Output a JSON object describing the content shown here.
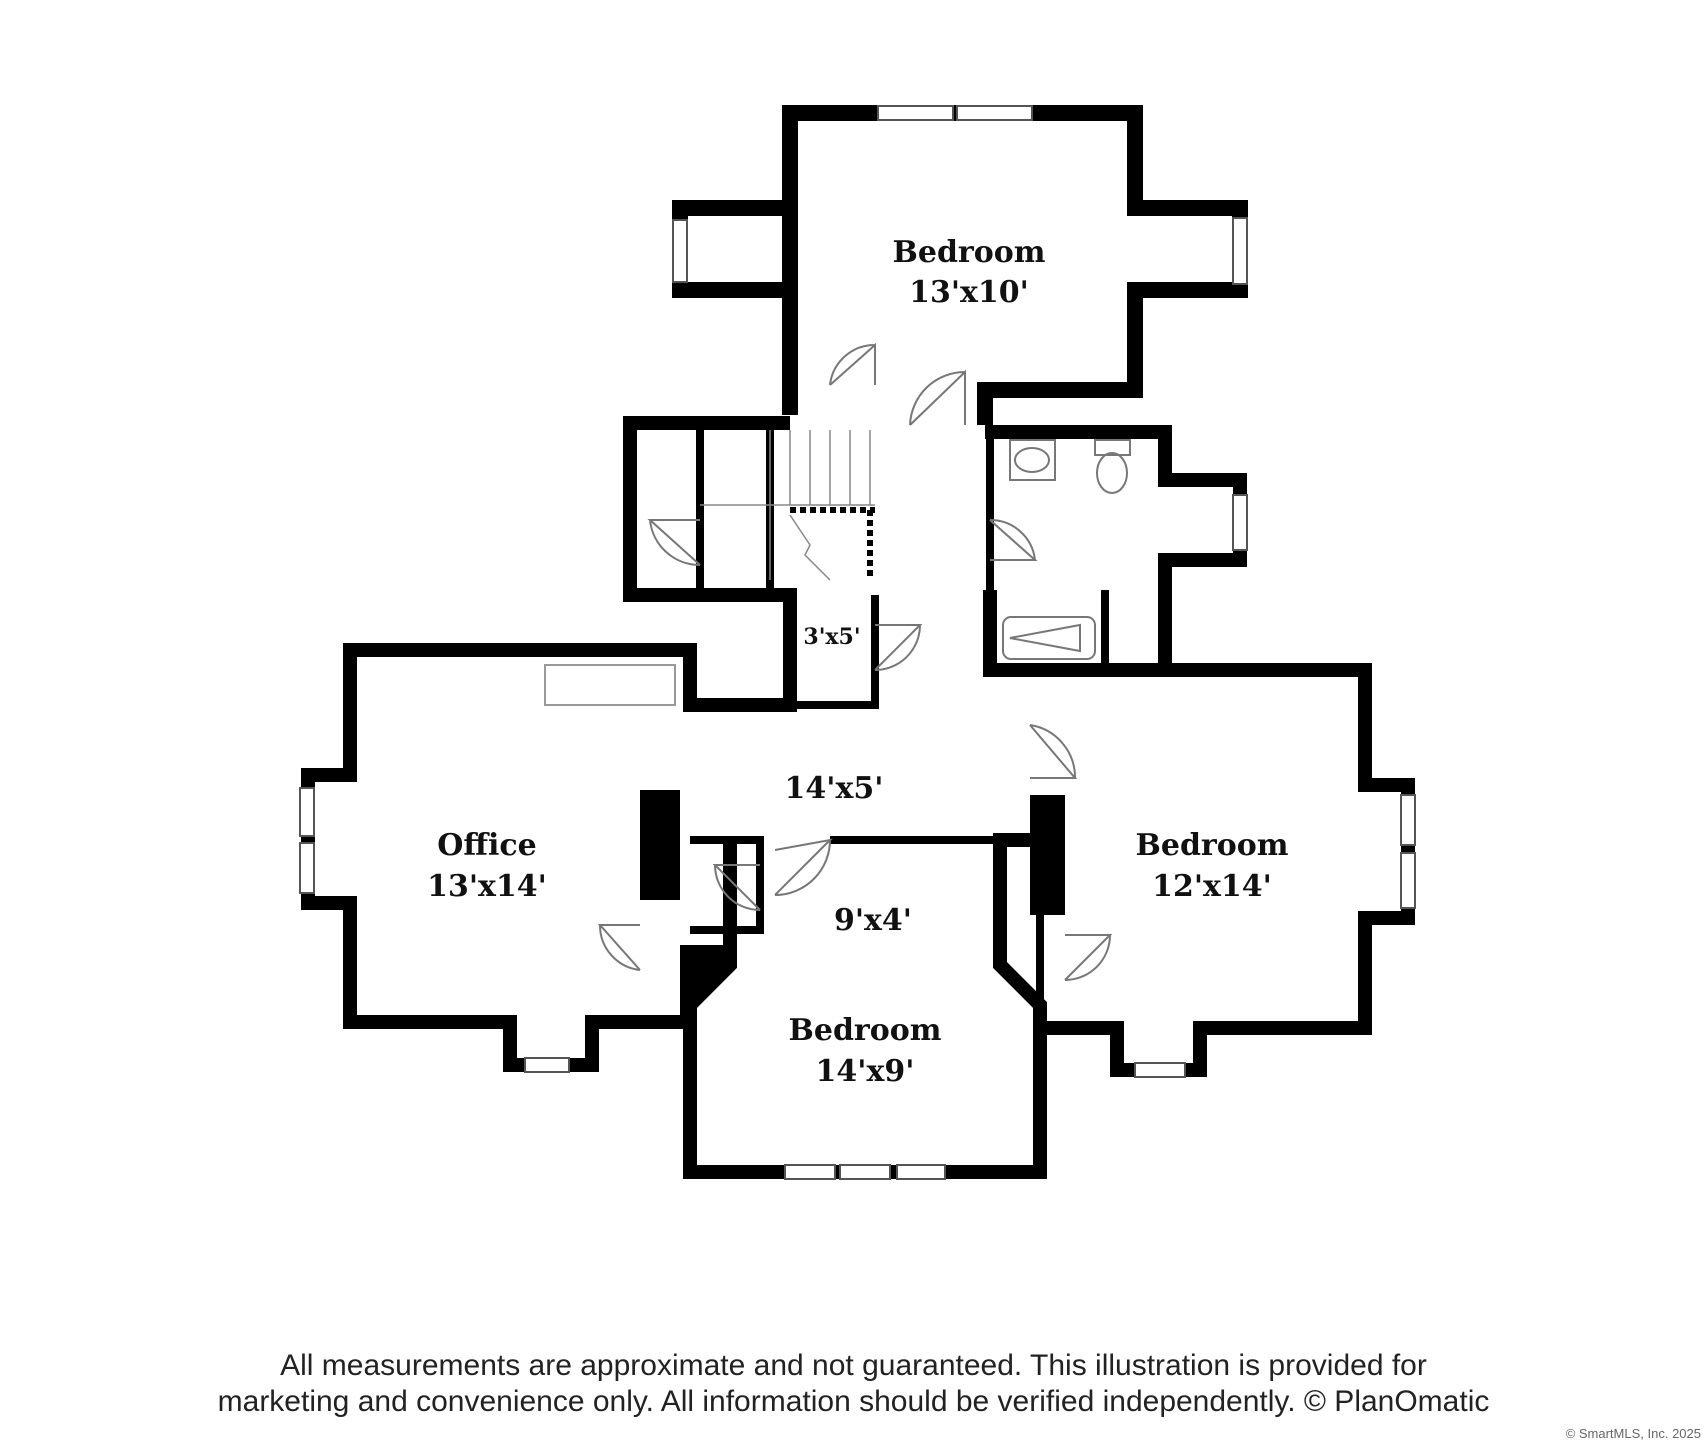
{
  "rooms": {
    "bedroom_top": {
      "name": "Bedroom",
      "size": "13'x10'"
    },
    "bedroom_right": {
      "name": "Bedroom",
      "size": "12'x14'"
    },
    "bedroom_bottom": {
      "name": "Bedroom",
      "size": "14'x9'"
    },
    "office": {
      "name": "Office",
      "size": "13'x14'"
    },
    "closet_small": {
      "size": "3'x5'"
    },
    "hallway": {
      "size": "14'x5'"
    },
    "closet_bottom": {
      "size": "9'x4'"
    }
  },
  "disclaimer": {
    "line1": "All measurements are approximate and not guaranteed. This illustration is provided for",
    "line2": "marketing and convenience only. All information should be verified independently. © PlanOmatic"
  },
  "credit": "© SmartMLS, Inc.  2025"
}
